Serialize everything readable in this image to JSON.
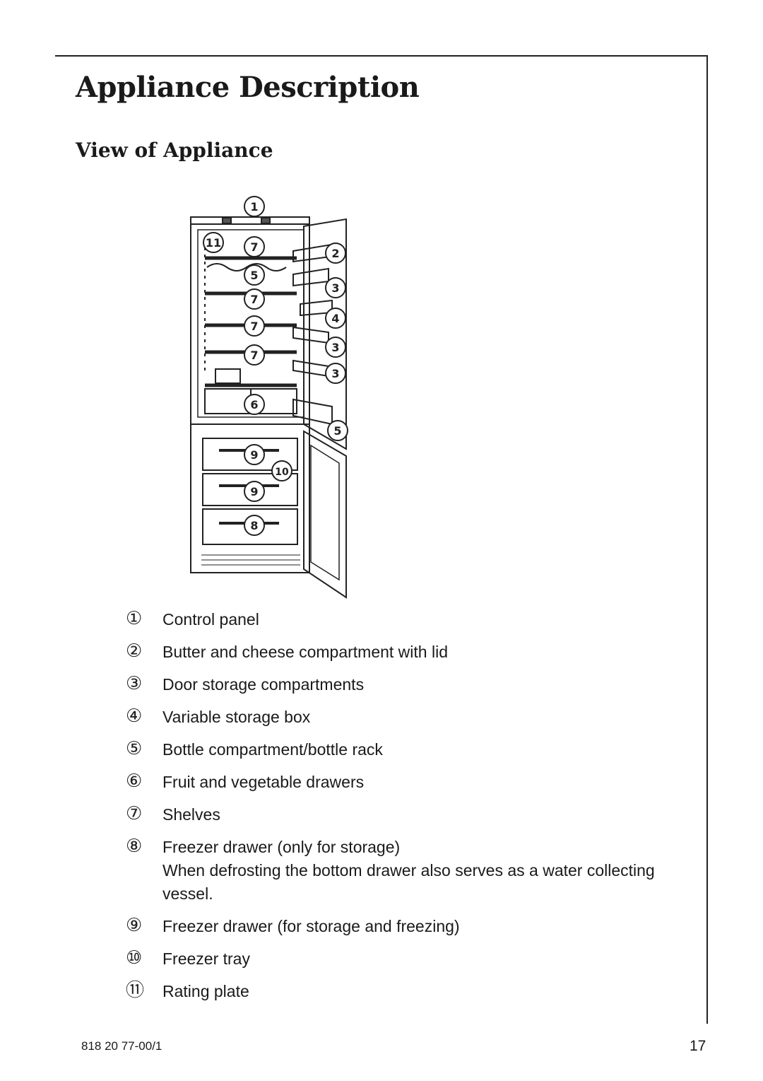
{
  "page": {
    "title": "Appliance Description",
    "subtitle": "View of Appliance"
  },
  "figure": {
    "callouts": [
      "1",
      "11",
      "7",
      "2",
      "5",
      "3",
      "7",
      "4",
      "7",
      "3",
      "7",
      "3",
      "6",
      "5",
      "9",
      "10",
      "9",
      "8"
    ]
  },
  "legend": [
    {
      "num": "①",
      "text": "Control panel"
    },
    {
      "num": "②",
      "text": "Butter and cheese compartment with lid"
    },
    {
      "num": "③",
      "text": "Door storage compartments"
    },
    {
      "num": "④",
      "text": "Variable storage box"
    },
    {
      "num": "⑤",
      "text": "Bottle compartment/bottle rack"
    },
    {
      "num": "⑥",
      "text": "Fruit and vegetable drawers"
    },
    {
      "num": "⑦",
      "text": "Shelves"
    },
    {
      "num": "⑧",
      "text": "Freezer drawer (only for storage)",
      "note": "When defrosting the bottom drawer also serves as a water collecting vessel."
    },
    {
      "num": "⑨",
      "text": "Freezer drawer (for storage and freezing)"
    },
    {
      "num": "⑩",
      "text": "Freezer tray"
    },
    {
      "num": "⑪",
      "text": "Rating plate"
    }
  ],
  "footer": {
    "code": "818 20 77-00/1",
    "page_number": "17"
  }
}
